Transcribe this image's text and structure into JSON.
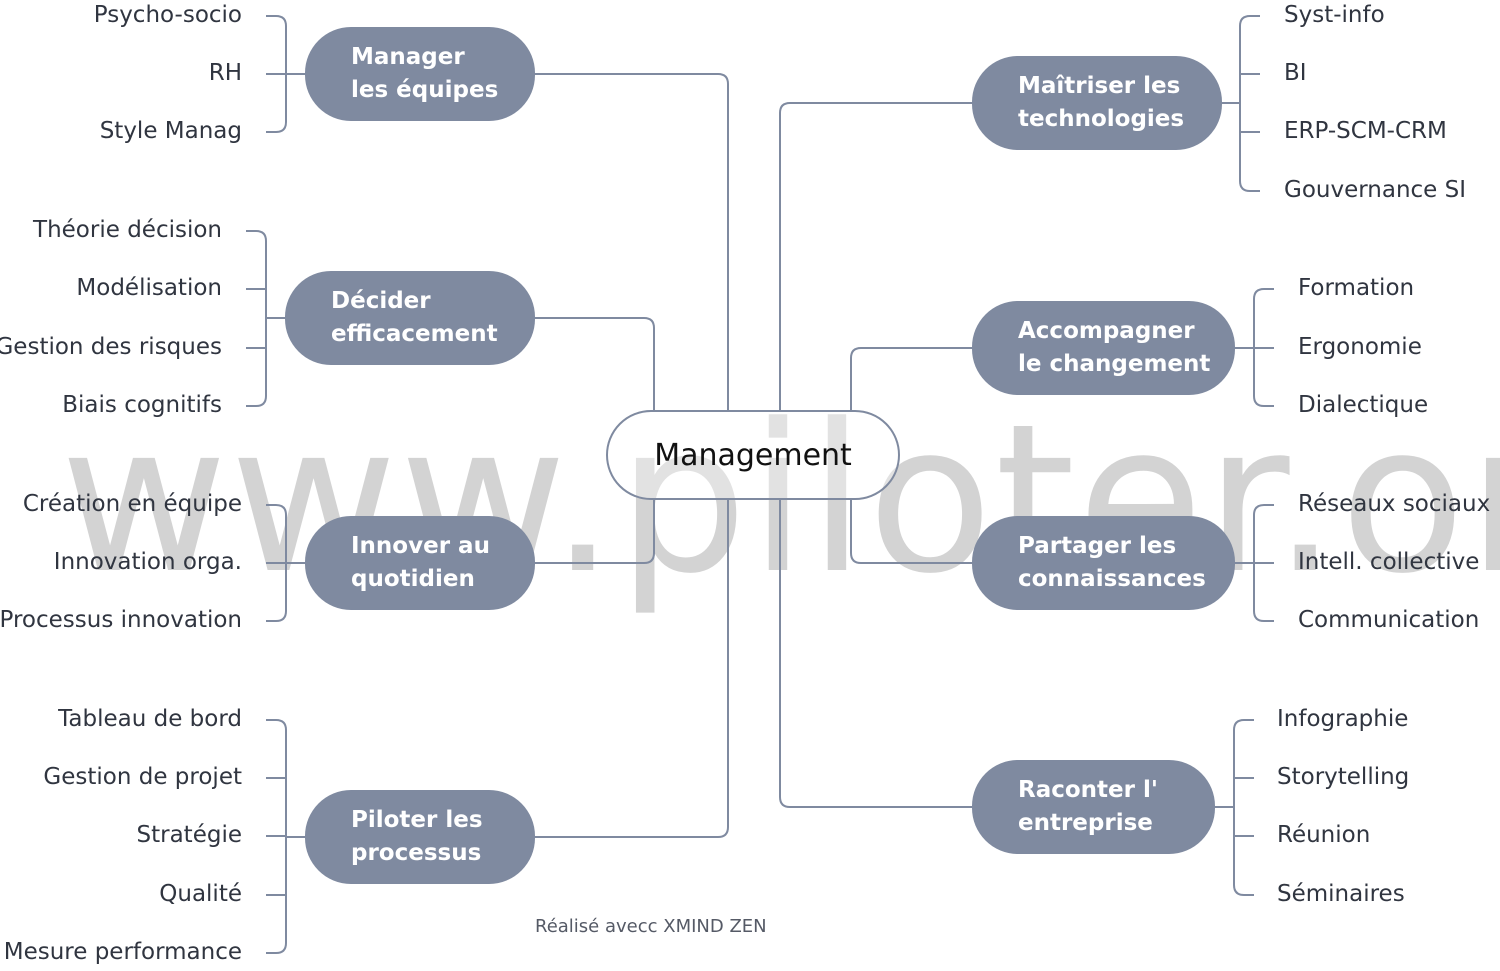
{
  "center": {
    "label": "Management"
  },
  "watermark": "www.piloter.org",
  "footer": "Réalisé avecc XMIND ZEN",
  "colors": {
    "node_fill": "#7f8aa0",
    "line": "#7f8aa0",
    "node_text": "#ffffff",
    "leaf_text": "#303540"
  },
  "branches": [
    {
      "id": "manager",
      "lines": [
        "Manager",
        "les équipes"
      ],
      "leaves": [
        "Psycho-socio",
        "RH",
        "Style Manag"
      ]
    },
    {
      "id": "decider",
      "lines": [
        "Décider",
        "efficacement"
      ],
      "leaves": [
        "Théorie décision",
        "Modélisation",
        "Gestion des risques",
        "Biais cognitifs"
      ]
    },
    {
      "id": "innover",
      "lines": [
        "Innover au",
        "quotidien"
      ],
      "leaves": [
        "Création en équipe",
        "Innovation orga.",
        "Processus innovation"
      ]
    },
    {
      "id": "piloter",
      "lines": [
        "Piloter les",
        "processus"
      ],
      "leaves": [
        "Tableau de bord",
        "Gestion de projet",
        "Stratégie",
        "Qualité",
        "Mesure performance"
      ]
    },
    {
      "id": "maitriser",
      "lines": [
        "Maîtriser les",
        "technologies"
      ],
      "leaves": [
        "Syst-info",
        "BI",
        "ERP-SCM-CRM",
        "Gouvernance SI"
      ]
    },
    {
      "id": "accompagner",
      "lines": [
        "Accompagner",
        "le changement"
      ],
      "leaves": [
        "Formation",
        "Ergonomie",
        "Dialectique"
      ]
    },
    {
      "id": "partager",
      "lines": [
        "Partager les",
        "connaissances"
      ],
      "leaves": [
        "Réseaux sociaux",
        "Intell. collective",
        "Communication"
      ]
    },
    {
      "id": "raconter",
      "lines": [
        "Raconter l'",
        "entreprise"
      ],
      "leaves": [
        "Infographie",
        "Storytelling",
        "Réunion",
        "Séminaires"
      ]
    }
  ]
}
